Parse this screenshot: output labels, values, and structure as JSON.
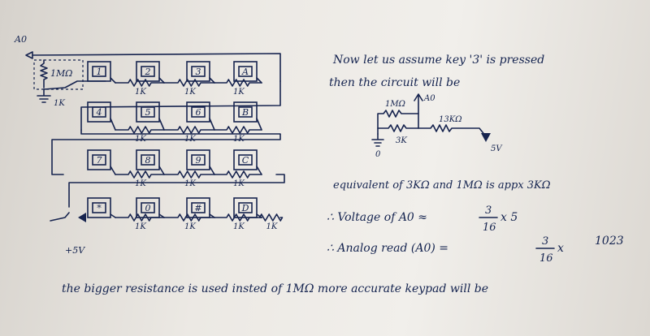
{
  "circuit": {
    "output_label": "A0",
    "pulldown_label": "1MΩ",
    "top_left_label": "1K",
    "supply_label": "+5V",
    "keys": [
      [
        "1",
        "2",
        "3",
        "A"
      ],
      [
        "4",
        "5",
        "6",
        "B"
      ],
      [
        "7",
        "8",
        "9",
        "C"
      ],
      [
        "*",
        "0",
        "#",
        "D"
      ]
    ],
    "row_resistors": [
      [
        "1K",
        "1K",
        "1K"
      ],
      [
        "1K",
        "1K",
        "1K"
      ],
      [
        "1K",
        "1K",
        "1K"
      ],
      [
        "1K",
        "1K",
        "1K",
        "1K"
      ]
    ]
  },
  "notes": {
    "line1": "Now let us assume key '3' is pressed",
    "line2": "then the circuit will be",
    "equivalent": "equivalent of 3KΩ and 1MΩ is appx 3KΩ",
    "voltage_prefix": "∴ Voltage of A0 ≈",
    "voltage_num": "3",
    "voltage_den": "16",
    "voltage_suffix": "x 5",
    "analog_prefix": "∴ Analog read (A0) =",
    "analog_num": "3",
    "analog_den": "16",
    "analog_suffix": "x",
    "analog_value": "1023",
    "bottom": "the bigger resistance is used insted of 1MΩ more accurate keypad will be"
  },
  "mini_circuit": {
    "r1_label": "1MΩ",
    "out_label": "A0",
    "r2_label": "3K",
    "r3_label": "13KΩ",
    "gnd_label": "0",
    "supply_label": "5V"
  }
}
